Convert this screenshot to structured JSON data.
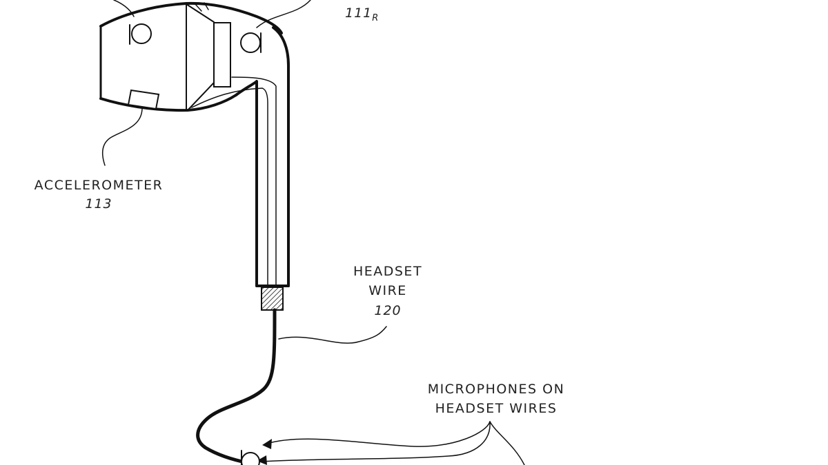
{
  "labels": {
    "speaker_ref": "111",
    "speaker_ref_sub": "R",
    "accelerometer": "ACCELEROMETER",
    "accelerometer_ref": "113",
    "headset_line1": "HEADSET",
    "headset_line2": "WIRE",
    "headset_ref": "120",
    "mics_line1": "MICROPHONES ON",
    "mics_line2": "HEADSET WIRES"
  },
  "colors": {
    "line": "#111111",
    "background": "#ffffff"
  }
}
